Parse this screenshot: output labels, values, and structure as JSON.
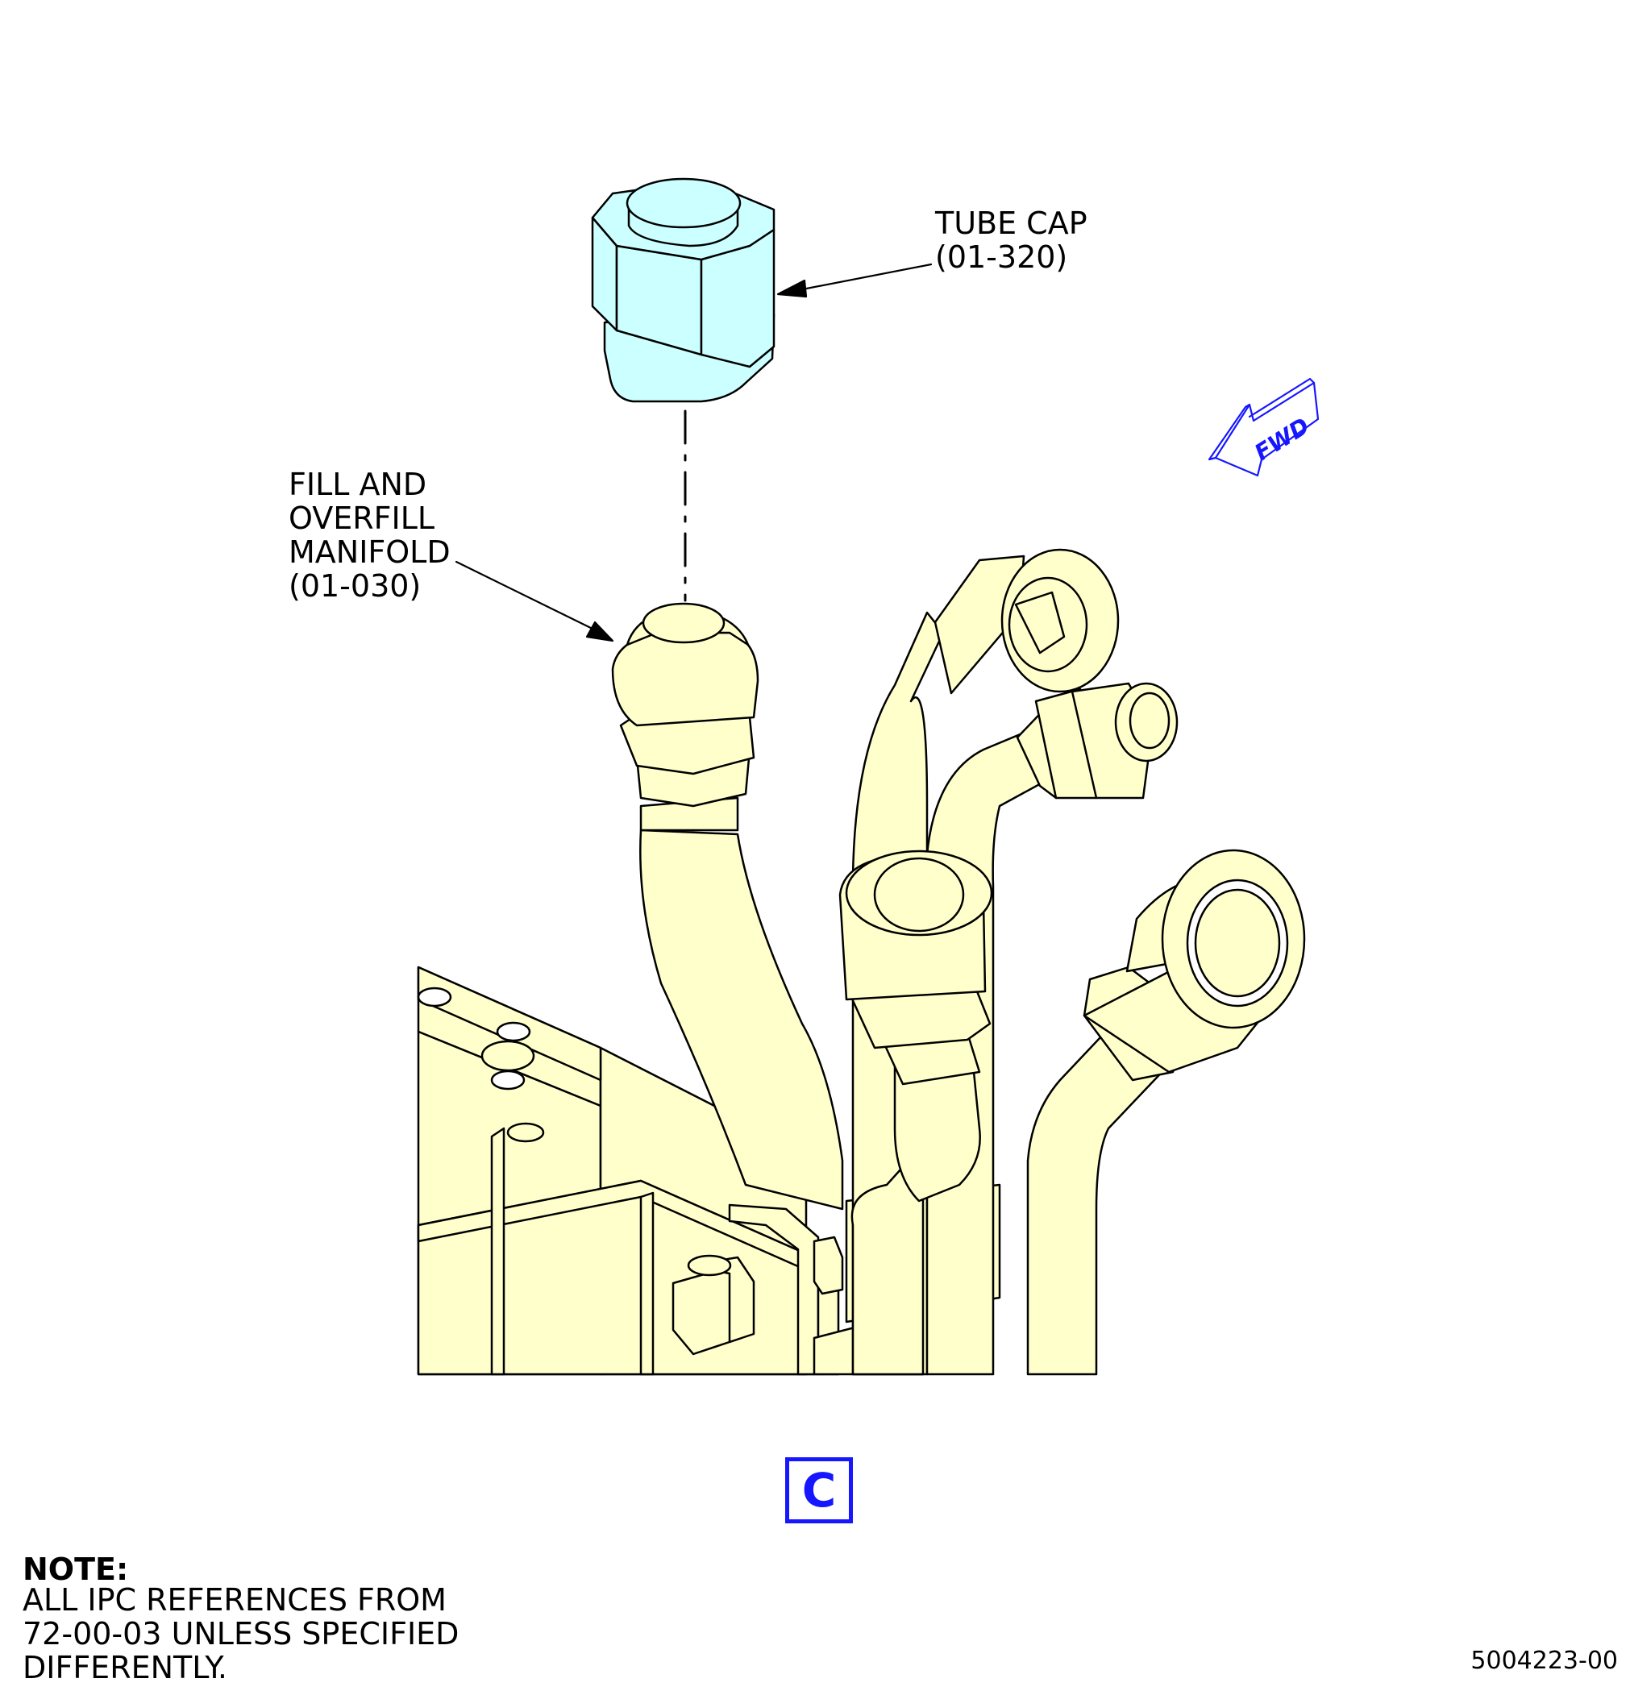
{
  "callouts": {
    "tube_cap": "TUBE CAP\n(01-320)",
    "manifold": "FILL AND\nOVERFILL\nMANIFOLD\n(01-030)"
  },
  "fwd_label": "FWD",
  "view_letter": "C",
  "note": {
    "title": "NOTE:",
    "body": "ALL IPC REFERENCES FROM\n72-00-03 UNLESS SPECIFIED\nDIFFERENTLY."
  },
  "figure_number": "5004223-00",
  "colors": {
    "part_fill": "#ffffcc",
    "highlight_fill": "#ccffff",
    "accent_blue": "#1717ff",
    "line": "#000000"
  }
}
